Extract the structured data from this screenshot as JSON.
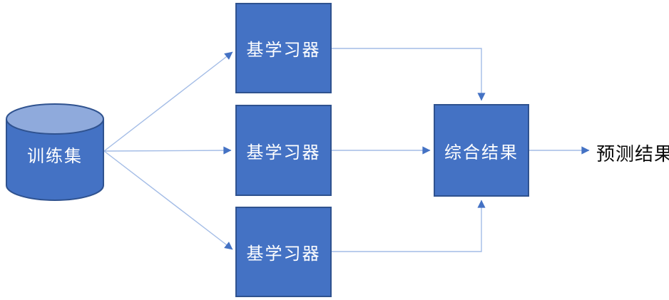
{
  "diagram": {
    "source": {
      "label": "训练集",
      "shape": "cylinder"
    },
    "base_learners": [
      {
        "label": "基学习器"
      },
      {
        "label": "基学习器"
      },
      {
        "label": "基学习器"
      }
    ],
    "combiner": {
      "label": "综合结果"
    },
    "output": {
      "label": "预测结果"
    },
    "edges": [
      {
        "from": "训练集",
        "to": "基学习器 (top)"
      },
      {
        "from": "训练集",
        "to": "基学习器 (middle)"
      },
      {
        "from": "训练集",
        "to": "基学习器 (bottom)"
      },
      {
        "from": "基学习器 (top)",
        "to": "综合结果"
      },
      {
        "from": "基学习器 (middle)",
        "to": "综合结果"
      },
      {
        "from": "基学习器 (bottom)",
        "to": "综合结果"
      },
      {
        "from": "综合结果",
        "to": "预测结果"
      }
    ],
    "colors": {
      "node_fill": "#4472C4",
      "node_border": "#2F528F",
      "cylinder_top_fill": "#8FAADC",
      "connector_line": "#A3BCE6",
      "arrowhead": "#4472C4",
      "node_text": "#FFFFFF",
      "output_text": "#000000"
    }
  }
}
